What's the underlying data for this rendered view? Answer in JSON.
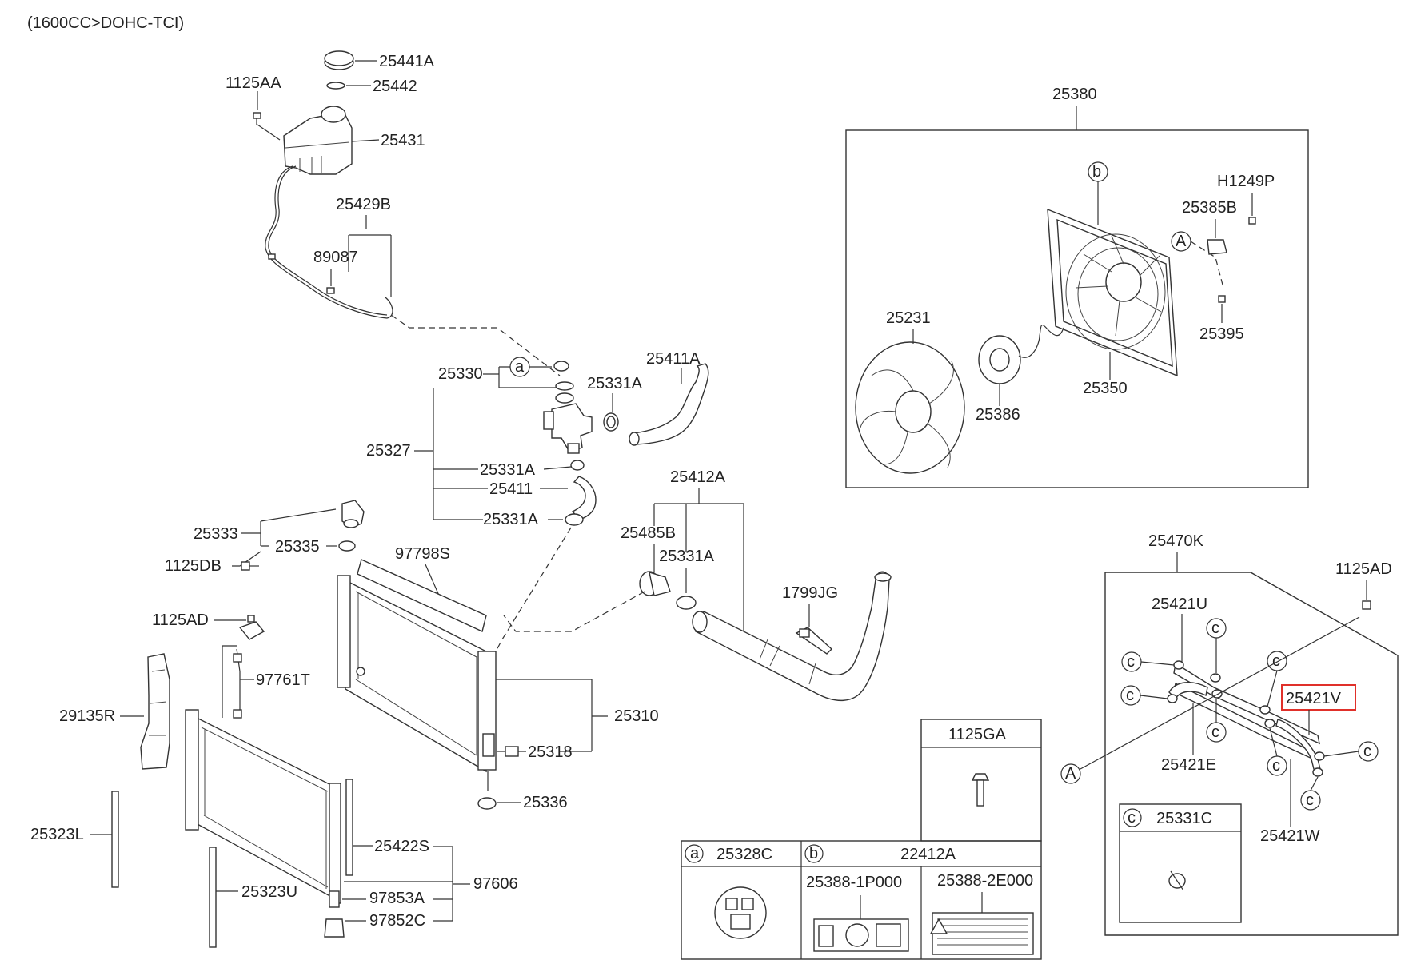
{
  "engine_spec": "(1600CC>DOHC-TCI)",
  "callouts": {
    "A": "A",
    "a": "a",
    "b": "b",
    "c": "c"
  },
  "parts": {
    "p25441A": "25441A",
    "p25442": "25442",
    "p1125AA": "1125AA",
    "p25431": "25431",
    "p25429B": "25429B",
    "p89087": "89087",
    "p25330": "25330",
    "p25331A_1": "25331A",
    "p25411A": "25411A",
    "p25327": "25327",
    "p25331A_2": "25331A",
    "p25411": "25411",
    "p25331A_3": "25331A",
    "p25412A": "25412A",
    "p25485B": "25485B",
    "p25331A_4": "25331A",
    "p1799JG": "1799JG",
    "p25333": "25333",
    "p25335": "25335",
    "p1125DB": "1125DB",
    "p97798S": "97798S",
    "p1125AD_1": "1125AD",
    "p97761T": "97761T",
    "p29135R": "29135R",
    "p25310": "25310",
    "p25318": "25318",
    "p25336": "25336",
    "p25323L": "25323L",
    "p25422S": "25422S",
    "p97606": "97606",
    "p25323U": "25323U",
    "p97853A": "97853A",
    "p97852C": "97852C",
    "p25380": "25380",
    "pH1249P": "H1249P",
    "p25385B": "25385B",
    "p25231": "25231",
    "p25395": "25395",
    "p25350": "25350",
    "p25386": "25386",
    "p25470K": "25470K",
    "p1125AD_2": "1125AD",
    "p25421U": "25421U",
    "p25421V": "25421V",
    "p25421E": "25421E",
    "p25421W": "25421W"
  },
  "tables": {
    "t1125GA": "1125GA",
    "t25328C": "25328C",
    "t22412A": "22412A",
    "t25388_1P000": "25388-1P000",
    "t25388_2E000": "25388-2E000",
    "t25331C": "25331C"
  },
  "highlight_part": "25421V"
}
